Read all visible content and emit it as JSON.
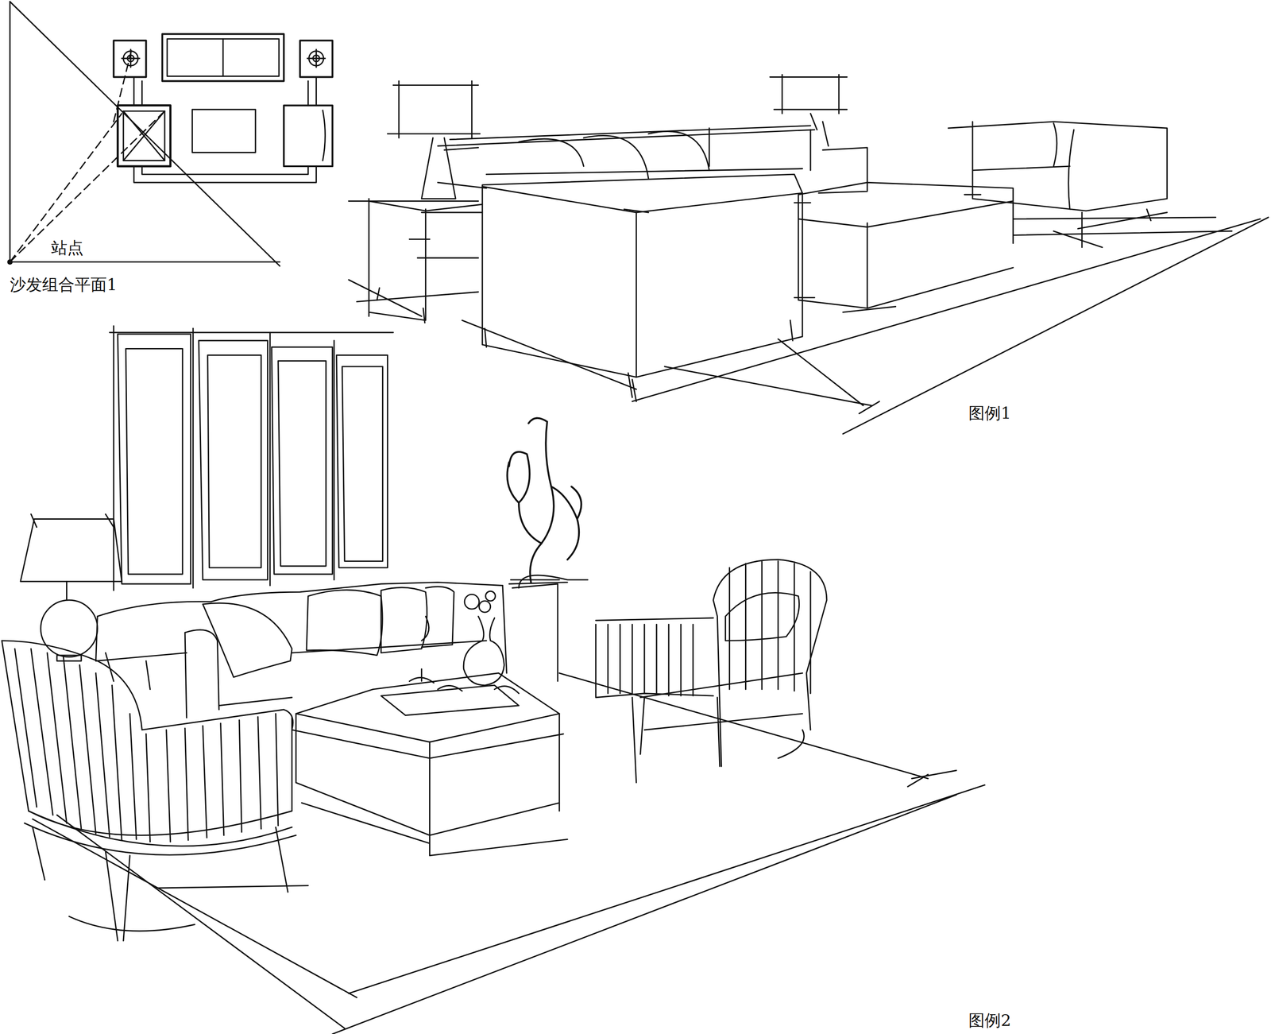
{
  "diagram": {
    "labels": [
      "站点",
      "沙发组合平面1",
      "图例1",
      "图例2"
    ]
  }
}
